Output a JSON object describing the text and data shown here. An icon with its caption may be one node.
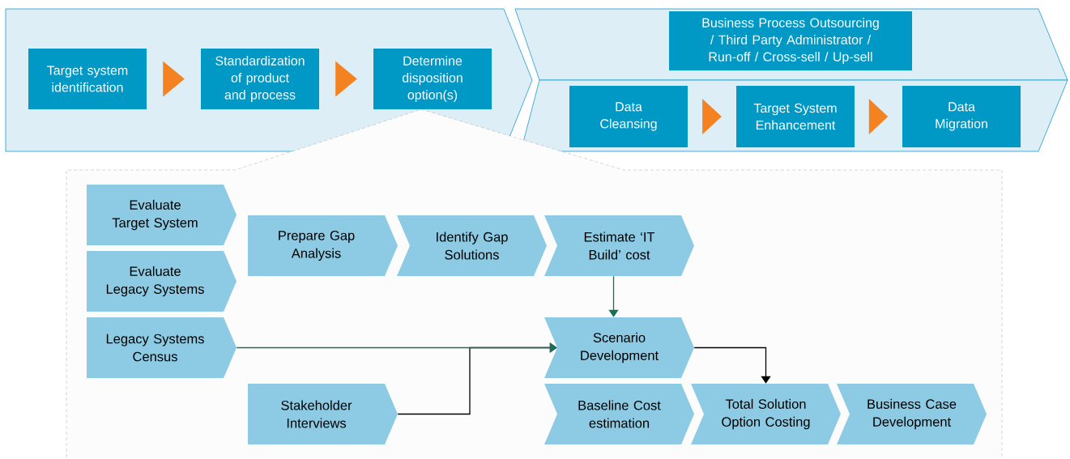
{
  "diagram": {
    "nodes": [
      {
        "text": [],
        "shape": "band"
      },
      {
        "text": [
          "Target system identification"
        ],
        "in": 0
      },
      {
        "text": [
          "Standardization of product and process"
        ],
        "in": 0
      },
      {
        "text": [
          "Determine disposition option(s)"
        ],
        "in": 0
      },
      {
        "text": [],
        "shape": "band"
      },
      {
        "text": [
          "Business Process Outsourcing / Third Party Administrator / Run-off / Cross-sell / Up-sell"
        ],
        "in": 4
      },
      {
        "text": [],
        "shape": "band"
      },
      {
        "text": [
          "Data Cleansing"
        ],
        "in": 6
      },
      {
        "text": [
          "Target System Enhancement"
        ],
        "in": 6
      },
      {
        "text": [
          "Data Migration"
        ],
        "in": 6
      },
      {
        "text": [],
        "shape": "box"
      },
      {
        "text": [
          "Evaluate Target System"
        ],
        "in": 10
      },
      {
        "text": [
          "Evaluate Legacy Systems"
        ],
        "in": 10
      },
      {
        "text": [
          "Legacy Systems Census"
        ],
        "in": 10
      },
      {
        "text": [
          "Prepare Gap Analysis"
        ],
        "in": 10
      },
      {
        "text": [
          "Identify Gap Solutions"
        ],
        "in": 10
      },
      {
        "text": [
          "Estimate ‘IT Build’ cost"
        ],
        "in": 10
      },
      {
        "text": [
          "Scenario Development"
        ],
        "in": 10
      },
      {
        "text": [
          "Stakeholder Interviews"
        ],
        "in": 10
      },
      {
        "text": [
          "Baseline Cost estimation"
        ],
        "in": 10
      },
      {
        "text": [
          "Total Solution Option Costing"
        ],
        "in": 10
      },
      {
        "text": [
          "Business Case Development"
        ],
        "in": 10
      }
    ],
    "edges": [
      {
        "from": 1,
        "to": 2,
        "arrow": "to",
        "color": "#f58220"
      },
      {
        "from": 2,
        "to": 3,
        "arrow": "to",
        "color": "#f58220"
      },
      {
        "from": 7,
        "to": 8,
        "arrow": "to",
        "color": "#f58220"
      },
      {
        "from": 8,
        "to": 9,
        "arrow": "to",
        "color": "#f58220"
      },
      {
        "from": 16,
        "to": 17,
        "arrow": "to",
        "color": "#1a6e5a"
      },
      {
        "from": 13,
        "to": 17,
        "arrow": "to",
        "color": "#1a6e5a"
      },
      {
        "from": 18,
        "to": 17,
        "arrow": "to",
        "color": "#000000"
      },
      {
        "from": 17,
        "to": 20,
        "arrow": "to",
        "color": "#000000"
      }
    ]
  }
}
